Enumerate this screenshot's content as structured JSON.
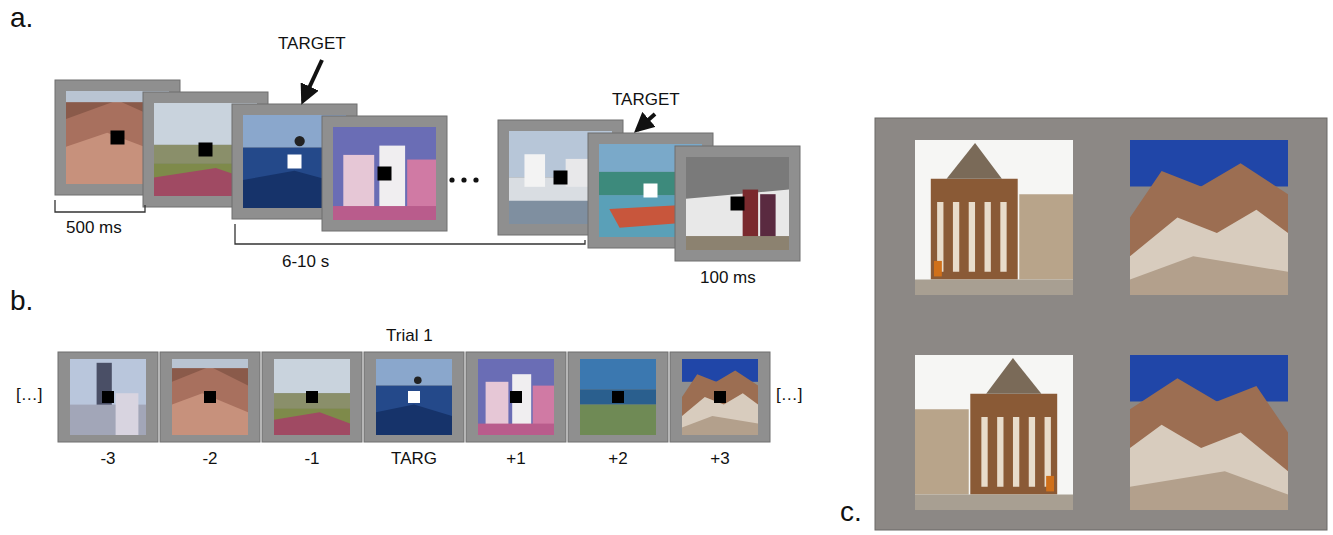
{
  "diagram": {
    "nodes": [
      {
        "text": [
          "-3"
        ]
      },
      {
        "text": [
          "-2"
        ]
      },
      {
        "text": [
          "-1"
        ]
      },
      {
        "text": [
          "TARG"
        ]
      },
      {
        "text": [
          "+1"
        ]
      },
      {
        "text": [
          "+2"
        ]
      },
      {
        "text": [
          "+3"
        ]
      }
    ],
    "edges": [],
    "labels": [
      "a.",
      "TARGET",
      "TARGET",
      "500 ms",
      "6-10 s",
      "100 ms",
      "b.",
      "Trial 1",
      "[…]",
      "[…]",
      "c."
    ]
  }
}
